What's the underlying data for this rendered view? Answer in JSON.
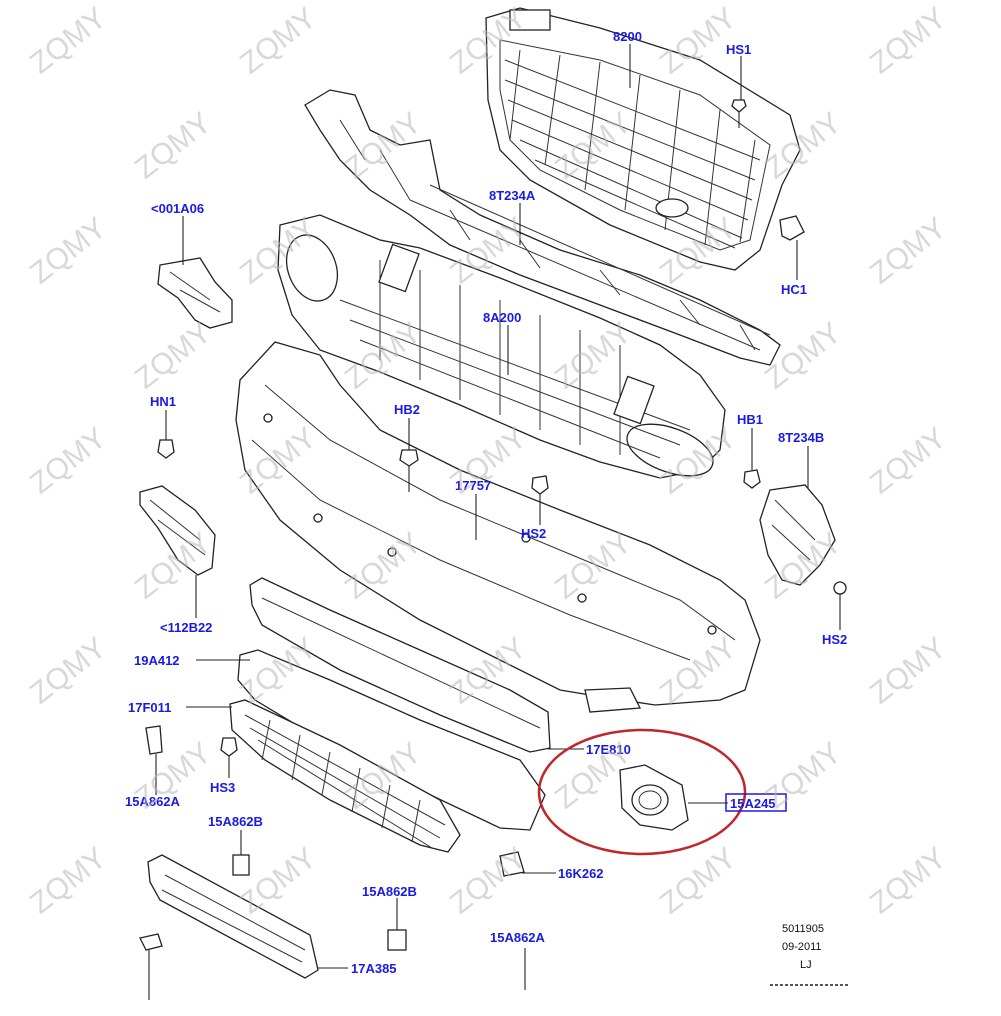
{
  "colors": {
    "label": "#1a1ae6",
    "highlight_circle": "#c0262c",
    "linework": "#222222",
    "watermark": "#b9b9b9",
    "highlight_box": "#1a1ae6"
  },
  "watermark_text": "ZQMY",
  "parts": {
    "grille": "8200",
    "grille_screw": "HS1",
    "upper_bracket": "8T234A",
    "grille_clip": "HC1",
    "left_upper_bracket": "<001A06",
    "crossmember": "8A200",
    "left_nut": "HN1",
    "bolt_center": "HB2",
    "bolt_right": "HB1",
    "right_bracket": "8T234B",
    "bumper_cover": "17757",
    "center_screw": "HS2",
    "right_screw": "HS2",
    "left_side_bracket": "<112B22",
    "lower_valance": "19A412",
    "lower_grille": "17F011",
    "clip_left": "15A862A",
    "lower_screw": "HS3",
    "clip_mid": "15A862B",
    "trim_insert": "17E810",
    "foglamp_bezel": "15A245",
    "small_bracket": "16K262",
    "clip_lower_mid": "15A862B",
    "clip_bottom": "15A862A",
    "license_plate_bracket": "17A385"
  },
  "footer": {
    "drawing_number": "5011905",
    "date": "09-2011",
    "initials": "LJ"
  }
}
